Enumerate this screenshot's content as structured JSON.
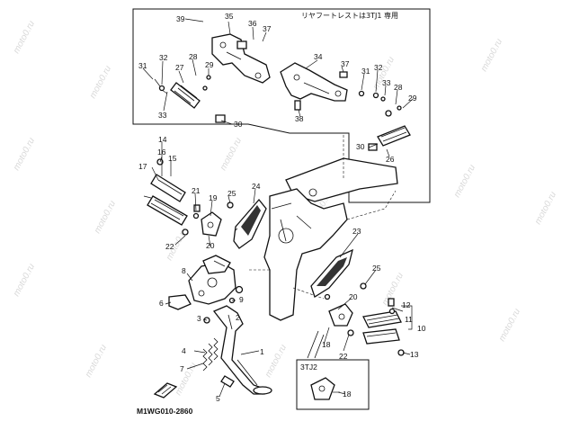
{
  "note": "リヤフートレストは3TJ1 専用",
  "variant_label": "3TJ2",
  "diagram_code": "M1WG010-2860",
  "watermark": "moto0.ru",
  "callouts": [
    "1",
    "2",
    "3",
    "4",
    "5",
    "6",
    "7",
    "8",
    "9",
    "10",
    "11",
    "12",
    "13",
    "14",
    "15",
    "16",
    "17",
    "18",
    "19",
    "20",
    "21",
    "22",
    "23",
    "24",
    "25",
    "26",
    "27",
    "28",
    "29",
    "30",
    "31",
    "32",
    "33",
    "34",
    "35",
    "36",
    "37",
    "38",
    "39"
  ]
}
